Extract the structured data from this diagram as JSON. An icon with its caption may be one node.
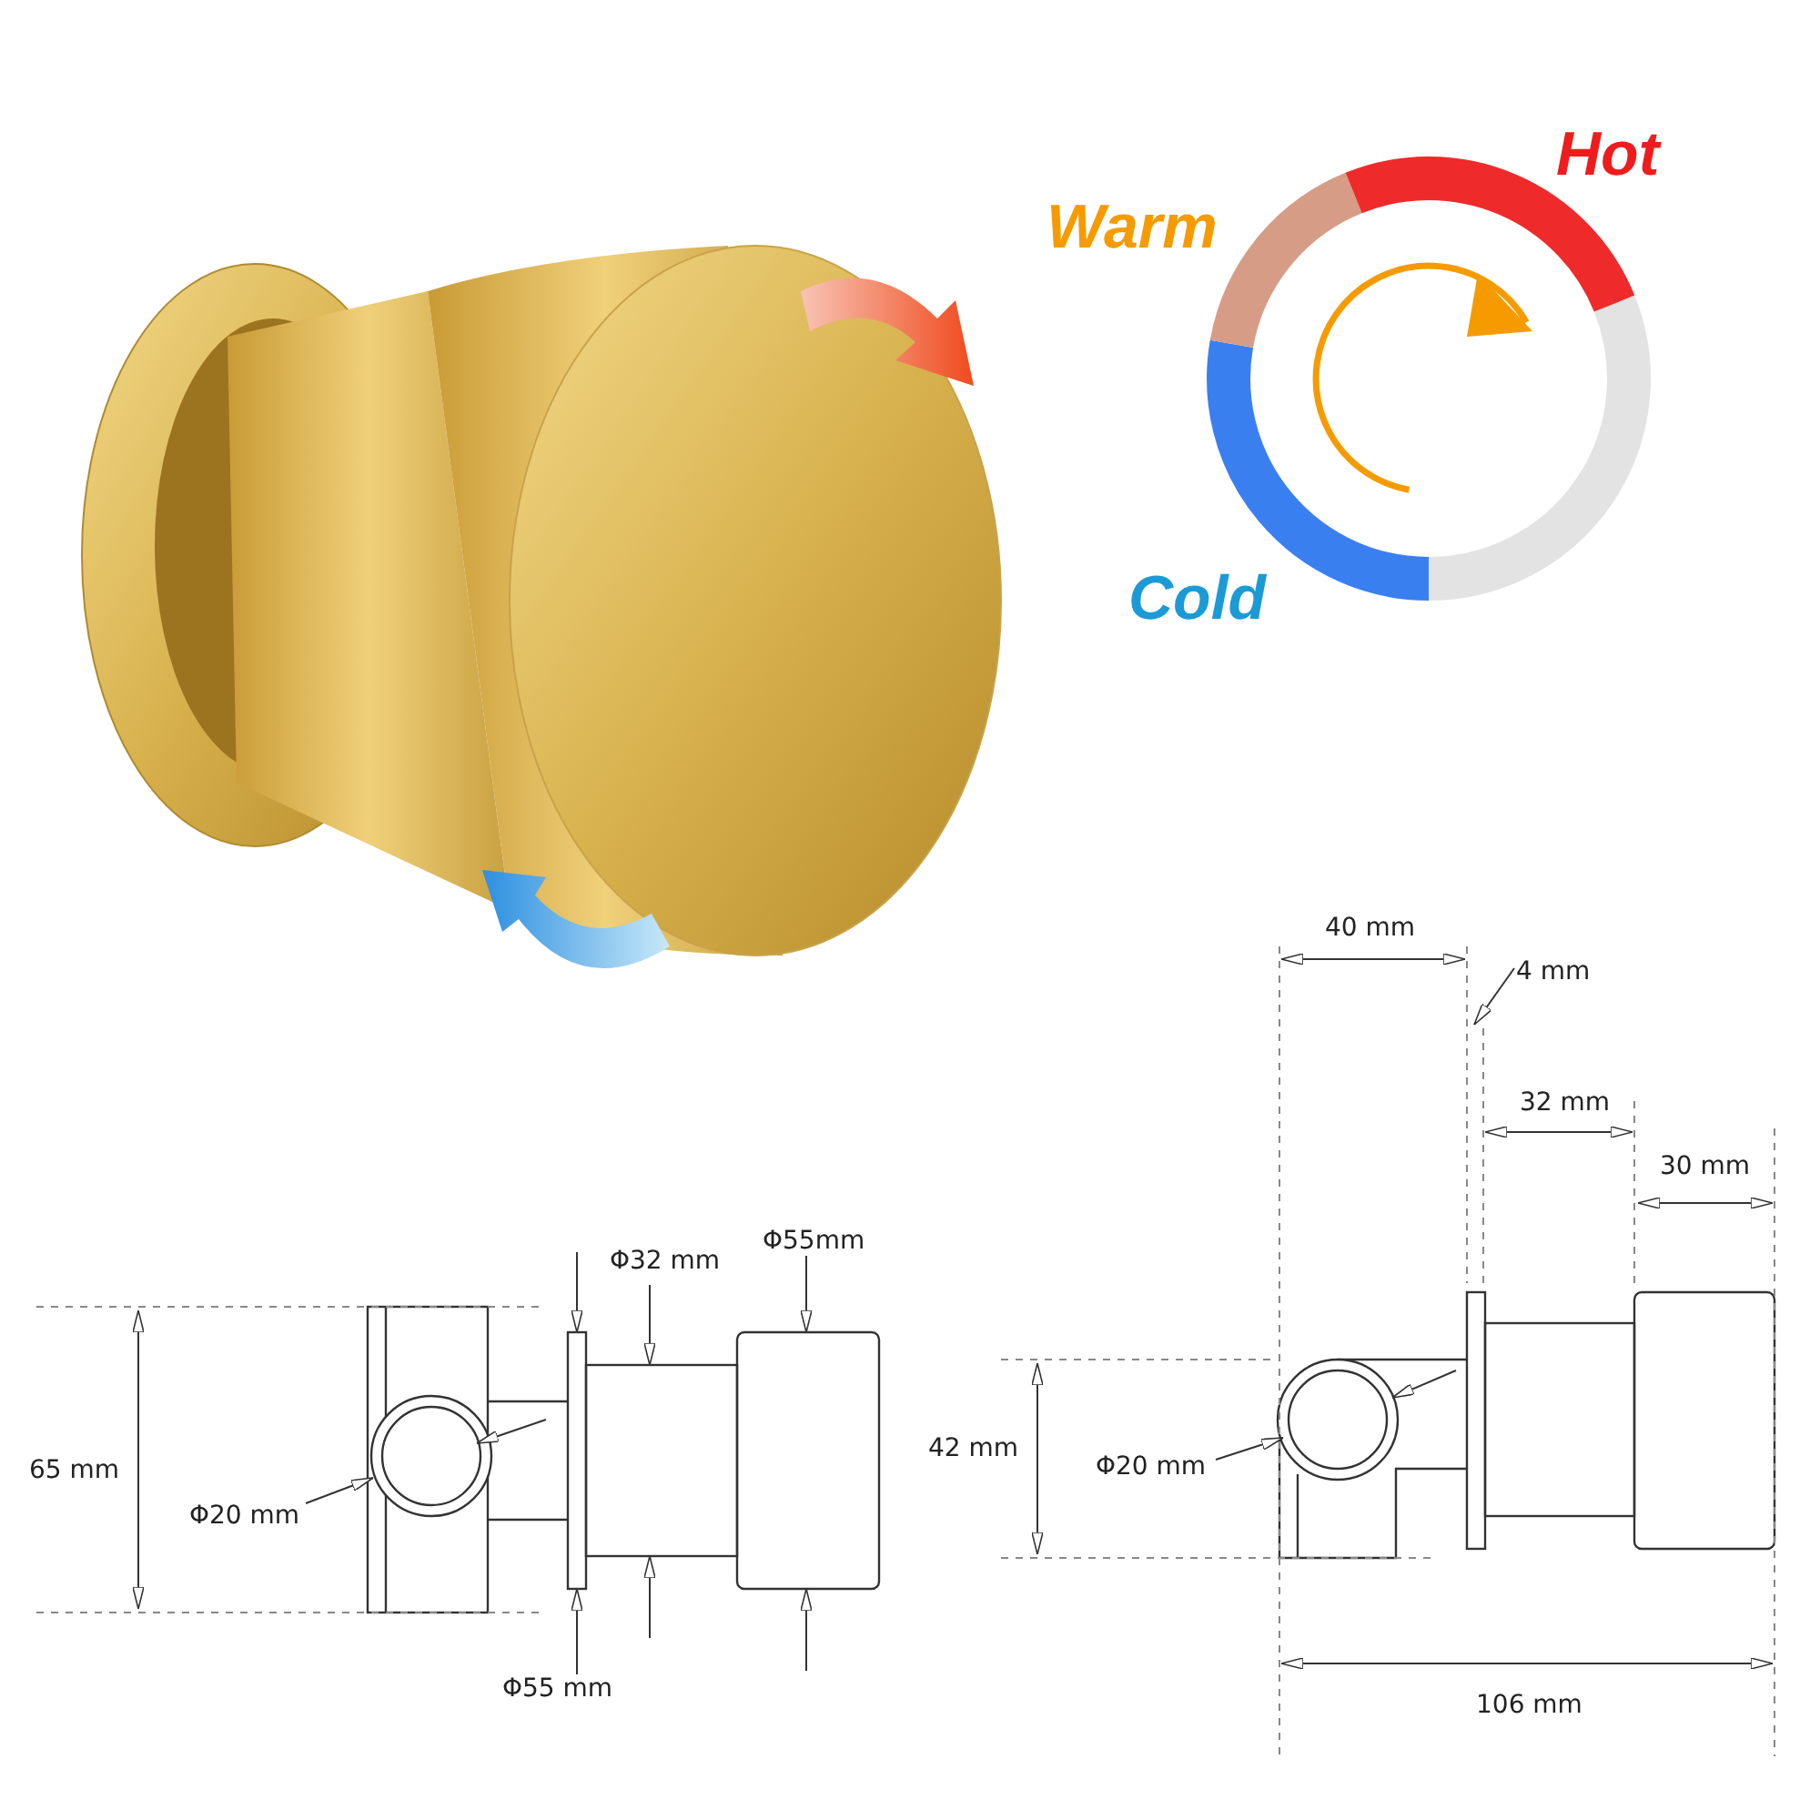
{
  "diagram": {
    "labels": [
      "Hot",
      "Warm",
      "Cold",
      "40 mm",
      "4 mm",
      "32 mm",
      "30 mm",
      "Φ55mm",
      "Φ32 mm",
      "42 mm",
      "65 mm",
      "Φ20 mm",
      "Φ20 mm",
      "Φ55 mm",
      "106 mm"
    ]
  }
}
